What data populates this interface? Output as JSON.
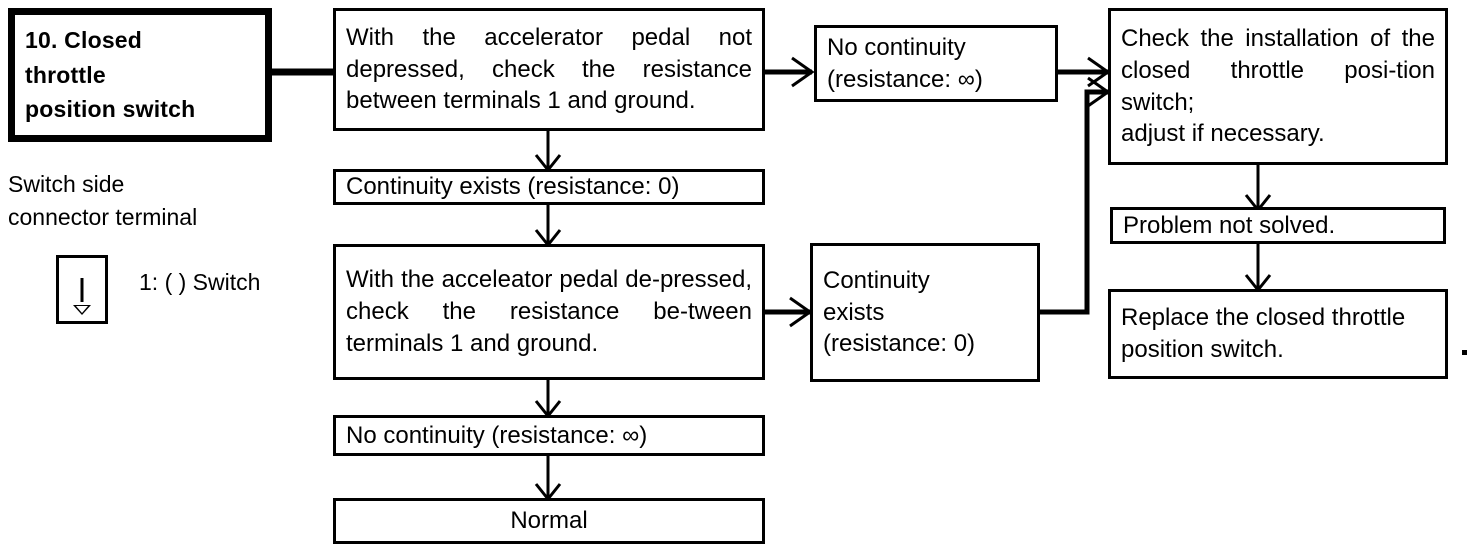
{
  "diagram": {
    "title_box": {
      "label": "10. Closed\nthrottle\nposition switch"
    },
    "legend": {
      "caption": "Switch side\nconnector terminal",
      "terminal_note": "1: ( ) Switch",
      "symbol_name": "connector-terminal-symbol"
    },
    "nodes": {
      "check_not_depressed": "With the accelerator pedal not depressed, check the resistance between terminals 1 and ground.",
      "continuity_exists_0": "Continuity exists (resistance: 0)",
      "check_depressed": "With the acceleator pedal de-pressed, check the resistance be-tween terminals 1 and ground.",
      "no_continuity_inf_bottom": "No continuity (resistance: ∞)",
      "normal": "Normal",
      "no_continuity_inf_top": "No continuity\n(resistance: ∞)",
      "continuity_exists_right": "Continuity\nexists\n(resistance: 0)",
      "check_installation": "Check the installation of the closed throttle posi-tion switch;\nadjust if necessary.",
      "problem_not_solved": "Problem not solved.",
      "replace_switch": "Replace the closed throttle position switch."
    },
    "colors": {
      "line": "#000000",
      "background": "#ffffff"
    }
  }
}
